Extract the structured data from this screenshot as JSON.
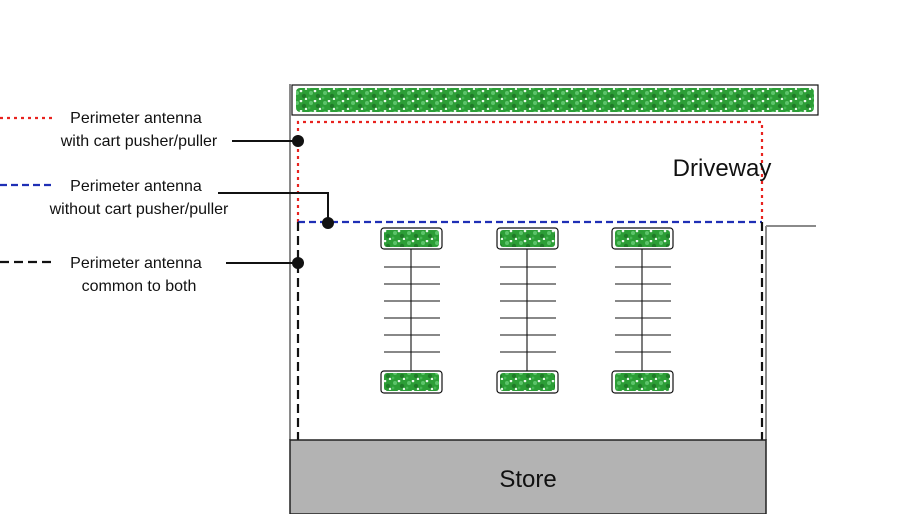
{
  "legend": {
    "red": {
      "line1": "Perimeter antenna",
      "line2": "with cart pusher/puller",
      "color": "#e8231f"
    },
    "blue": {
      "line1": "Perimeter antenna",
      "line2": "without cart pusher/puller",
      "color": "#1f2fb5"
    },
    "black": {
      "line1": "Perimeter antenna",
      "line2": "common to both",
      "color": "#111111"
    }
  },
  "labels": {
    "driveway": "Driveway",
    "store": "Store"
  },
  "colors": {
    "hedge": "#2c9e36",
    "hedge_light": "#5cc46a",
    "store_fill": "#b3b3b3",
    "building_outline": "#8a8a8a"
  },
  "icons": {
    "hedge": "hedge-icon",
    "connector_dot": "dot-icon"
  }
}
